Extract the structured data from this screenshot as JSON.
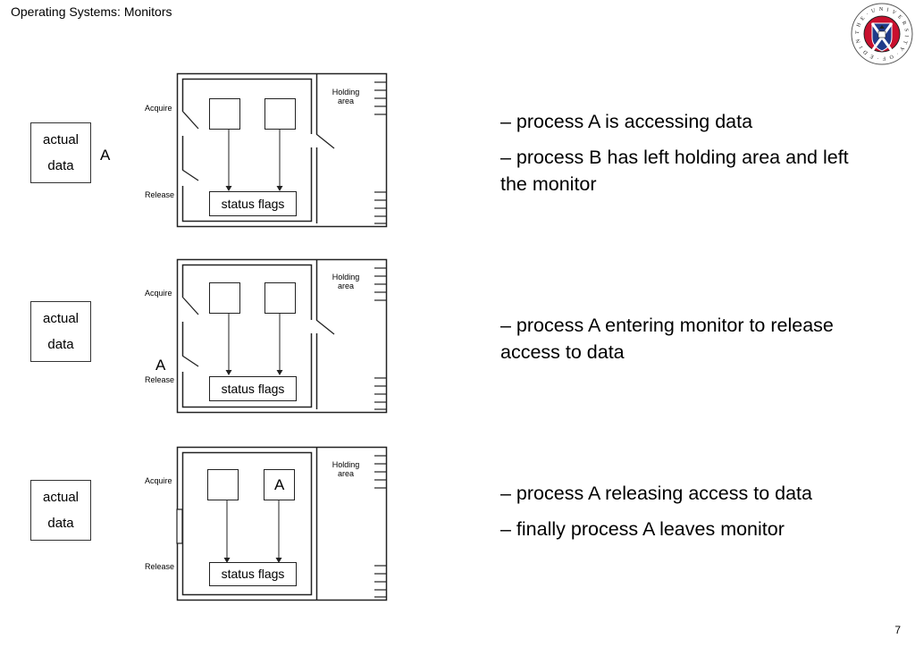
{
  "header": {
    "title": "Operating Systems: Monitors"
  },
  "logo": {
    "ring_text": "THE UNIVERSITY OF EDINBURGH"
  },
  "page_number": "7",
  "labels": {
    "acquire": "Acquire",
    "release": "Release",
    "holding_line1": "Holding",
    "holding_line2": "area",
    "status_flags": "status flags",
    "data_line1": "actual",
    "data_line2": "data"
  },
  "panels": [
    {
      "process_marker": "A",
      "bullets": [
        "– process A is accessing data",
        "– process B has left holding area and left the monitor"
      ]
    },
    {
      "process_marker": "A",
      "bullets": [
        "– process A entering monitor to release access to data"
      ]
    },
    {
      "process_marker": "A",
      "bullets": [
        "– process A releasing access to data",
        "– finally process A leaves monitor"
      ]
    }
  ]
}
